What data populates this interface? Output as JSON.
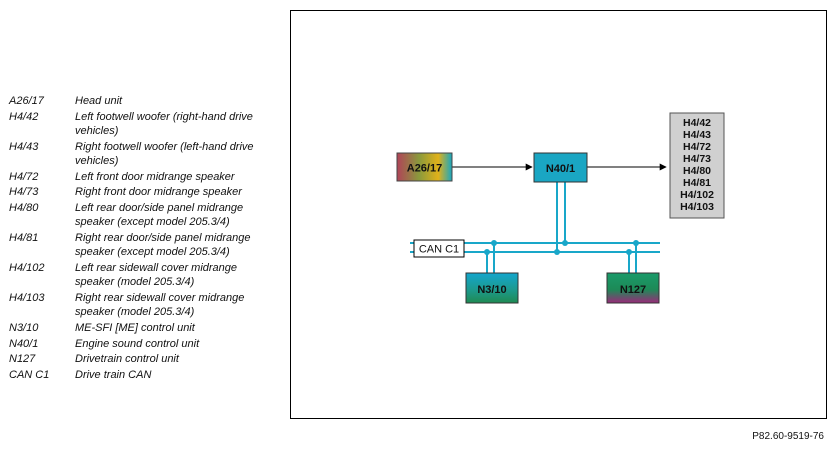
{
  "legend": [
    {
      "code": "A26/17",
      "description": "Head unit"
    },
    {
      "code": "H4/42",
      "description": "Left footwell woofer (right-hand drive vehicles)"
    },
    {
      "code": "H4/43",
      "description": "Right footwell woofer (left-hand drive vehicles)"
    },
    {
      "code": "H4/72",
      "description": "Left front door midrange speaker"
    },
    {
      "code": "H4/73",
      "description": "Right front door midrange speaker"
    },
    {
      "code": "H4/80",
      "description": "Left rear door/side panel midrange speaker (except model 205.3/4)"
    },
    {
      "code": "H4/81",
      "description": "Right rear door/side panel midrange speaker (except model 205.3/4)"
    },
    {
      "code": "H4/102",
      "description": "Left rear sidewall cover midrange speaker (model 205.3/4)"
    },
    {
      "code": "H4/103",
      "description": "Right rear sidewall cover midrange speaker (model 205.3/4)"
    },
    {
      "code": "N3/10",
      "description": "ME-SFI [ME] control unit"
    },
    {
      "code": "N40/1",
      "description": "Engine sound control unit"
    },
    {
      "code": "N127",
      "description": "Drivetrain control unit"
    },
    {
      "code": "CAN C1",
      "description": "Drive train CAN"
    }
  ],
  "diagram": {
    "nodes": {
      "head_unit": "A26/17",
      "engine_sound": "N40/1",
      "me_sfi": "N3/10",
      "drivetrain": "N127",
      "can_label": "CAN C1"
    },
    "speakers": [
      "H4/42",
      "H4/43",
      "H4/72",
      "H4/73",
      "H4/80",
      "H4/81",
      "H4/102",
      "H4/103"
    ],
    "colors": {
      "can_bus": "#19a7c9",
      "node_teal": "#1aa6c3",
      "speaker_box": "#d0d0d0"
    }
  },
  "figure_ref": "P82.60-9519-76"
}
